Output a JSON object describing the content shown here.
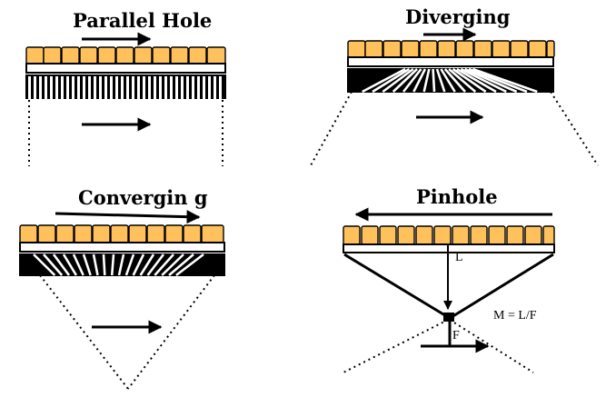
{
  "panels": {
    "parallel": {
      "title": "Parallel Hole"
    },
    "diverging": {
      "title": "Diverging"
    },
    "converging": {
      "title": "Convergin g"
    },
    "pinhole": {
      "title": "Pinhole",
      "label_L": "L",
      "label_F": "F",
      "formula": "M = L/F"
    }
  },
  "colors": {
    "crystal": "#fec15c",
    "line": "#000000",
    "background": "#ffffff"
  }
}
